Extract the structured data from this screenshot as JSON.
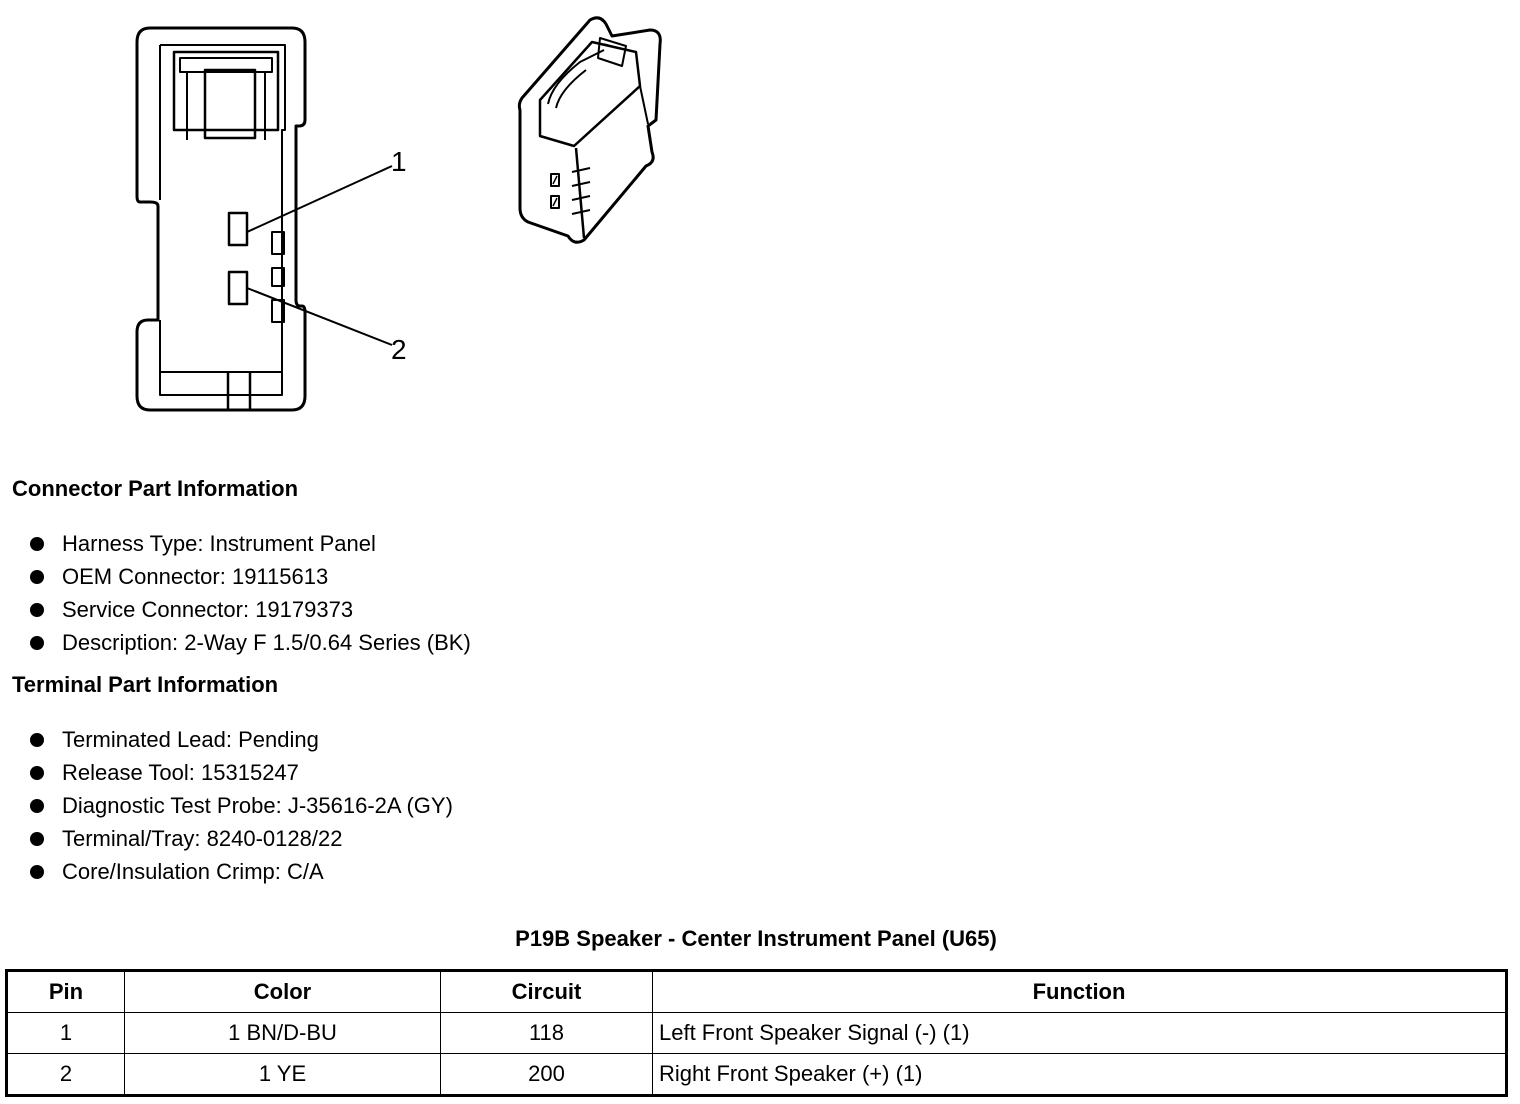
{
  "diagram": {
    "pin_callouts": [
      "1",
      "2"
    ]
  },
  "connector_section": {
    "heading": "Connector Part Information",
    "items": [
      "Harness Type: Instrument Panel",
      "OEM Connector: 19115613",
      "Service Connector: 19179373",
      "Description: 2-Way F 1.5/0.64 Series (BK)"
    ]
  },
  "terminal_section": {
    "heading": "Terminal Part Information",
    "items": [
      "Terminated Lead: Pending",
      "Release Tool: 15315247",
      "Diagnostic Test Probe: J-35616-2A (GY)",
      "Terminal/Tray: 8240-0128/22",
      "Core/Insulation Crimp: C/A"
    ]
  },
  "pin_table": {
    "title": "P19B Speaker - Center Instrument Panel (U65)",
    "headers": [
      "Pin",
      "Color",
      "Circuit",
      "Function"
    ],
    "rows": [
      [
        "1",
        "1 BN/D-BU",
        "118",
        "Left Front Speaker Signal (-) (1)"
      ],
      [
        "2",
        "1 YE",
        "200",
        "Right Front Speaker (+) (1)"
      ]
    ]
  }
}
